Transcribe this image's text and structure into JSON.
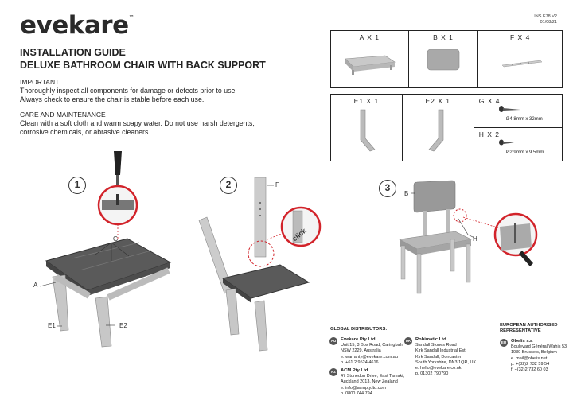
{
  "brand": {
    "logo": "evekare",
    "tm": "™"
  },
  "doc_code": [
    "INS E78 V2",
    "01/08/21"
  ],
  "title": {
    "line1": "INSTALLATION GUIDE",
    "line2": "DELUXE BATHROOM CHAIR WITH BACK SUPPORT"
  },
  "important": {
    "heading": "IMPORTANT",
    "text": "Thoroughly inspect all components for damage or defects prior to use. Always check to ensure the chair is stable before each use."
  },
  "care": {
    "heading": "CARE AND MAINTENANCE",
    "text": "Clean with a soft cloth and warm soapy water. Do not use harsh detergents, corrosive chemicals, or abrasive cleaners."
  },
  "parts": {
    "a": "A X 1",
    "b": "B X 1",
    "f": "F X 4",
    "e1": "E1 X 1",
    "e2": "E2 X 1",
    "g": "G X 4",
    "g_size": "Ø4.8mm x 32mm",
    "h": "H X 2",
    "h_size": "Ø2.9mm x 9.5mm"
  },
  "steps": {
    "s1": "1",
    "s2": "2",
    "s3": "3",
    "click": "click",
    "g": "G",
    "a": "A",
    "e1": "E1",
    "e2": "E2",
    "f": "F",
    "b": "B",
    "h": "H"
  },
  "distributors": {
    "heading": "GLOBAL DISTRIBUTORS:",
    "au": {
      "badge": "AU",
      "name": "Evekare Pty Ltd",
      "lines": [
        "Unit 15, 3 Box Road, Caringbah",
        "NSW 2229, Australia",
        "e. warranty@evekare.com.au",
        "p. +61 2 9524 4616"
      ]
    },
    "nz": {
      "badge": "NZ",
      "name": "ACM Pty Ltd",
      "lines": [
        "47 Stonedon Drive, East Tamaki,",
        "Auckland 2013, New Zealand",
        "e. info@acmpty.ltd.com",
        "p. 0800 744 794"
      ]
    },
    "uk": {
      "badge": "UK",
      "name": "Robimatic Ltd",
      "lines": [
        "Sandall Stones Road",
        "Kirk Sandall Industrial Est",
        "Kirk Sandall, Doncaster",
        "South Yorkshire, DN3 1QR, UK",
        "e. hello@evekare.co.uk",
        "p. 01302 790790"
      ]
    },
    "eu_heading": [
      "EUROPEAN AUTHORISED",
      "REPRESENTATIVE"
    ],
    "eu": {
      "badge": "EU",
      "name": "Obelis s.a",
      "lines": [
        "Boulevard Général Wahis 53",
        "1030 Brussels, Belgium",
        "e. mail@obelis.net",
        "p. +(32)2 732 59 54",
        "f. +(32)2 732 60 03"
      ]
    }
  }
}
